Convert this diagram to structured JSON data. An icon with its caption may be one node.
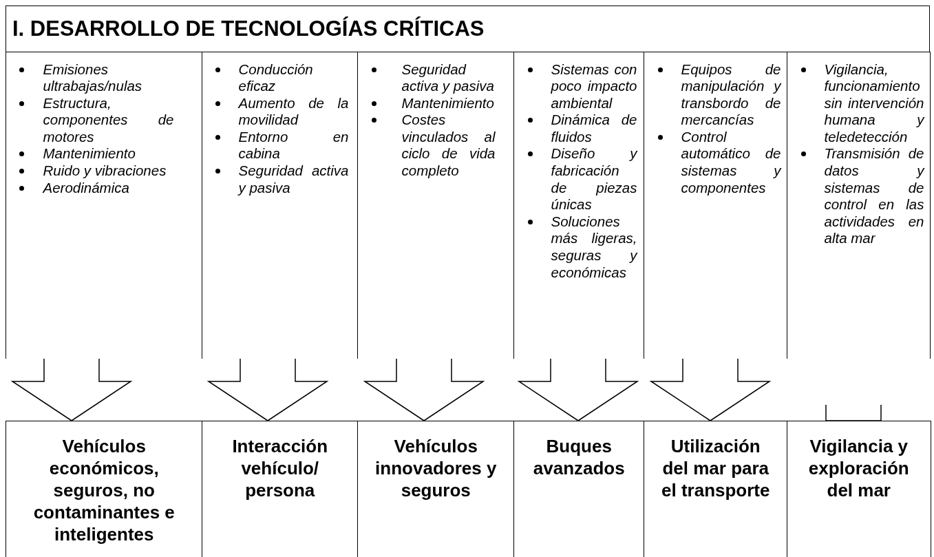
{
  "diagram": {
    "nodes": [
      {
        "text": [
          "I. DESARROLLO DE TECNOLOGÍAS CRÍTICAS"
        ]
      },
      {
        "text": [
          "Emisiones ultrabajas/nulas",
          "Estructura, componentes de motores",
          "Mantenimiento",
          "Ruido y vibraciones",
          "Aerodinámica"
        ],
        "in": 0
      },
      {
        "text": [
          "Conducción eficaz",
          "Aumento de la movilidad",
          "Entorno en cabina",
          "Seguridad activa y pasiva"
        ],
        "in": 0
      },
      {
        "text": [
          "Seguridad activa y pasiva",
          "Mantenimiento",
          "Costes vinculados al ciclo de vida completo"
        ],
        "in": 0
      },
      {
        "text": [
          "Sistemas con poco impacto ambiental",
          "Dinámica de fluidos",
          "Diseño y fabricación de piezas únicas",
          "Soluciones más ligeras, seguras y económicas"
        ],
        "in": 0
      },
      {
        "text": [
          "Equipos de manipulación y transbordo de mercancías",
          "Control automático de sistemas y componentes"
        ],
        "in": 0
      },
      {
        "text": [
          "Vigilancia, funcionamiento sin intervención humana y teledetección",
          "Transmisión de datos y sistemas de control en las actividades en alta mar"
        ],
        "in": 0
      },
      {
        "text": [
          "Vehículos económicos, seguros, no contaminantes e inteligentes"
        ]
      },
      {
        "text": [
          "Interacción vehículo/ persona"
        ]
      },
      {
        "text": [
          "Vehículos innovadores y seguros"
        ]
      },
      {
        "text": [
          "Buques avanzados"
        ]
      },
      {
        "text": [
          "Utilización del mar para el transporte"
        ]
      },
      {
        "text": [
          "Vigilancia y exploración del mar"
        ]
      }
    ],
    "edges": [
      {
        "from": 1,
        "to": 7,
        "arrow": "to"
      },
      {
        "from": 2,
        "to": 8,
        "arrow": "to"
      },
      {
        "from": 3,
        "to": 9,
        "arrow": "to"
      },
      {
        "from": 4,
        "to": 10,
        "arrow": "to"
      },
      {
        "from": 5,
        "to": 11,
        "arrow": "to"
      }
    ]
  }
}
